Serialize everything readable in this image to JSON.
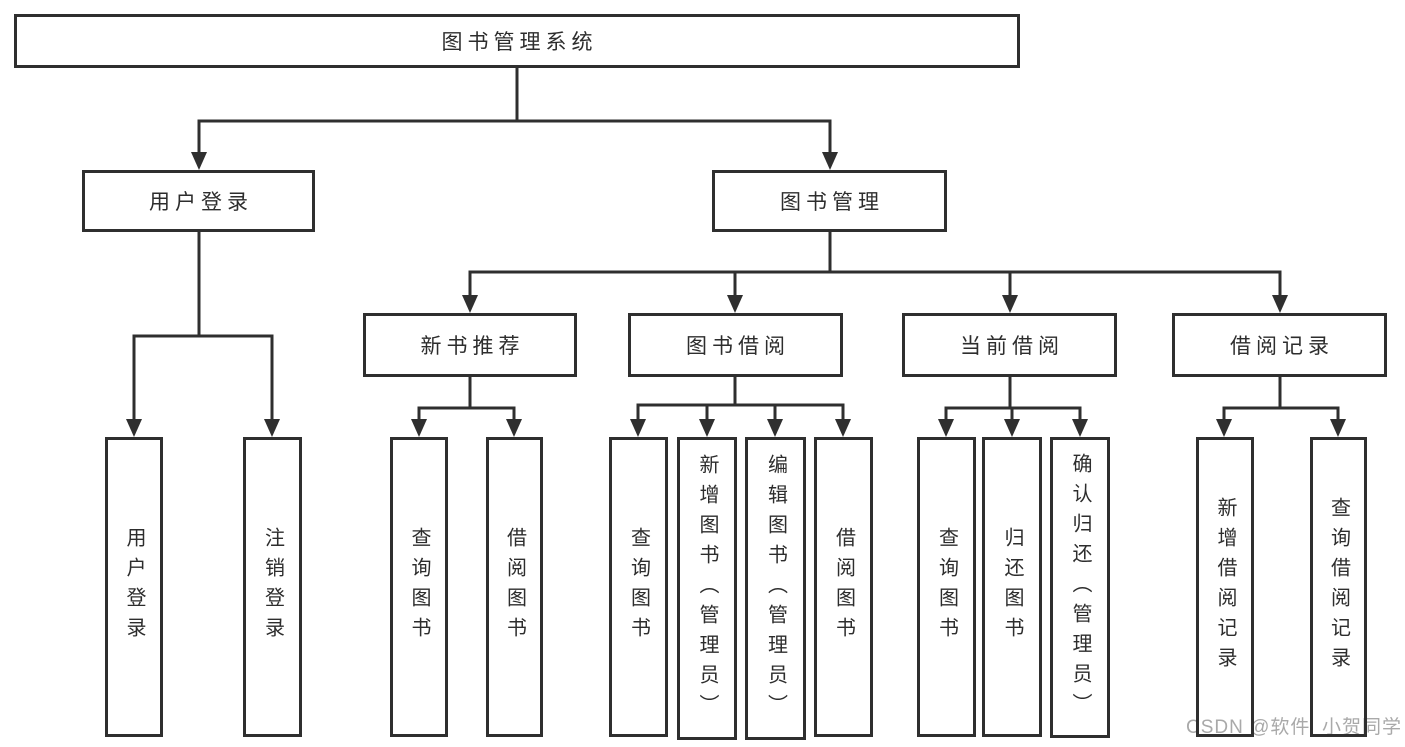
{
  "diagram": {
    "root": {
      "label": "图书管理系统",
      "children": [
        {
          "label": "用户登录",
          "children": [
            {
              "label": "用户登录"
            },
            {
              "label": "注销登录"
            }
          ]
        },
        {
          "label": "图书管理",
          "children": [
            {
              "label": "新书推荐",
              "children": [
                {
                  "label": "查询图书"
                },
                {
                  "label": "借阅图书"
                }
              ]
            },
            {
              "label": "图书借阅",
              "children": [
                {
                  "label": "查询图书"
                },
                {
                  "label": "新增图书（管理员）"
                },
                {
                  "label": "编辑图书（管理员）"
                },
                {
                  "label": "借阅图书"
                }
              ]
            },
            {
              "label": "当前借阅",
              "children": [
                {
                  "label": "查询图书"
                },
                {
                  "label": "归还图书"
                },
                {
                  "label": "确认归还（管理员）"
                }
              ]
            },
            {
              "label": "借阅记录",
              "children": [
                {
                  "label": "新增借阅记录"
                },
                {
                  "label": "查询借阅记录"
                }
              ]
            }
          ]
        }
      ]
    }
  },
  "watermark": {
    "text": "CSDN @软件_小贺同学"
  },
  "colors": {
    "line": "#2f2f2f",
    "text": "#2d2d2d",
    "watermark": "#a9a9a9",
    "background": "#ffffff"
  }
}
